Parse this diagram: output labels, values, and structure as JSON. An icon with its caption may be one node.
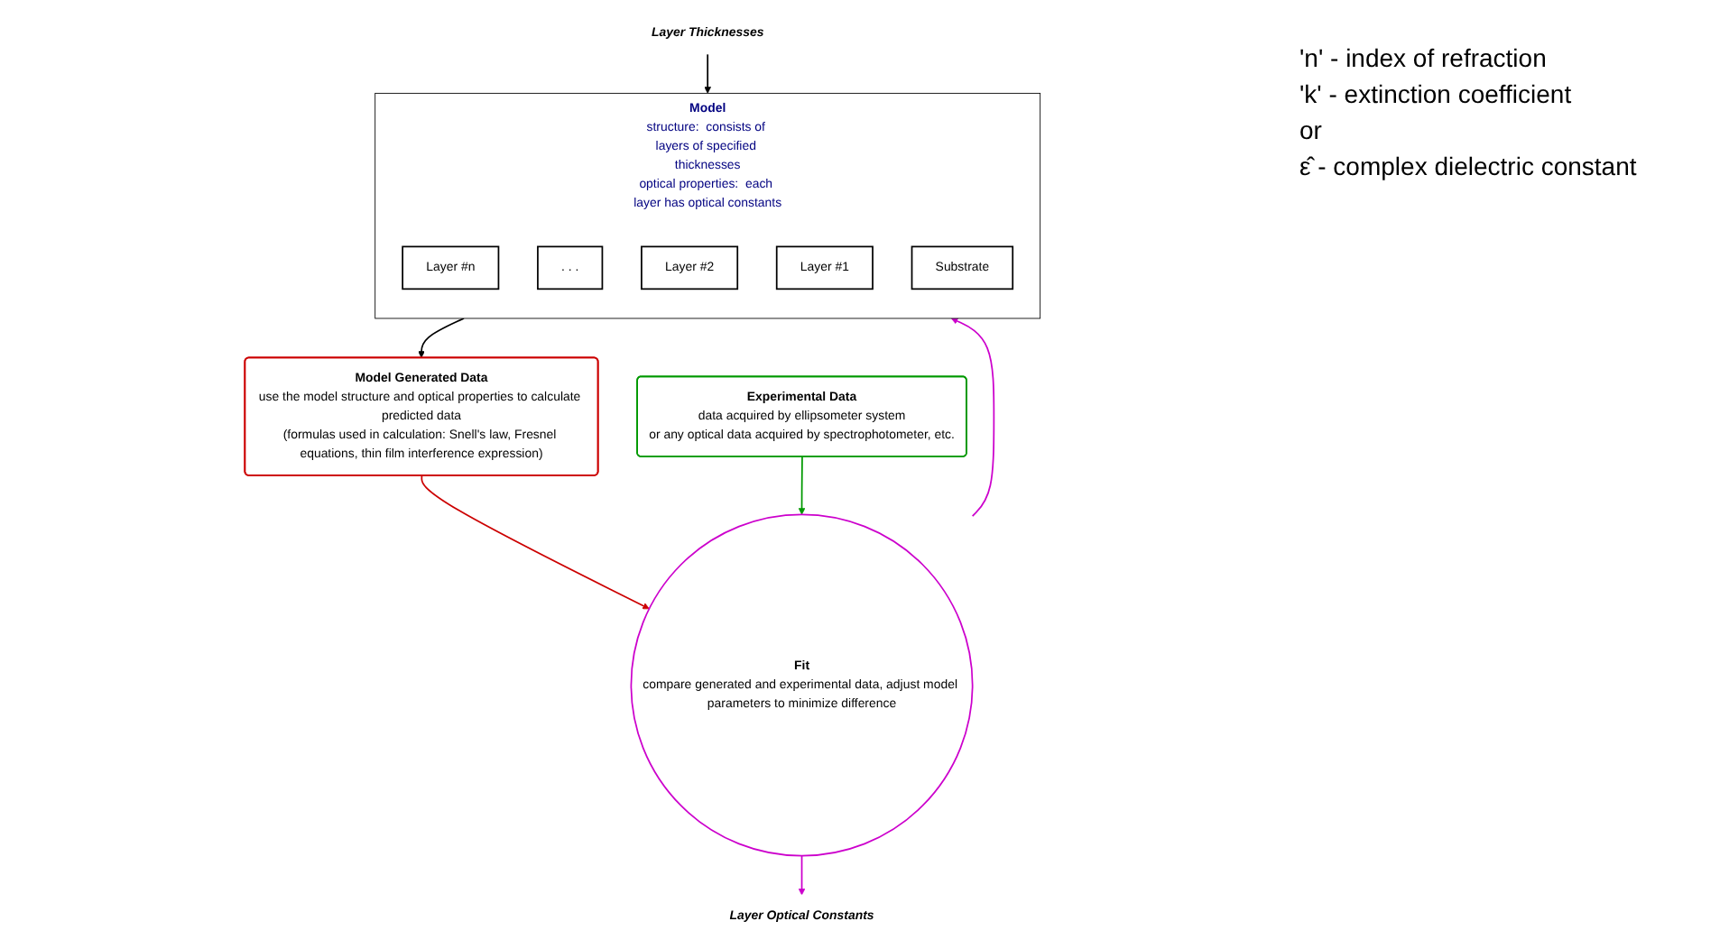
{
  "diagram": {
    "nodes": [
      {
        "text": [
          "Model",
          "structure:  consists of layers of specified thicknesses",
          "optical properties:  each layer has optical constants"
        ]
      },
      {
        "text": [
          "Layer #n"
        ],
        "in": 0
      },
      {
        "text": [
          ". . ."
        ],
        "in": 0
      },
      {
        "text": [
          "Layer #2"
        ],
        "in": 0
      },
      {
        "text": [
          "Layer #1"
        ],
        "in": 0
      },
      {
        "text": [
          "Substrate"
        ],
        "in": 0
      },
      {
        "text": [
          "Layer Thicknesses"
        ]
      },
      {
        "text": [
          "Layer Optical Constants"
        ]
      },
      {
        "text": [
          "Model Generated Data",
          "use the model structure and optical properties to calculate predicted data",
          "(formulas used in calculation: Snell's law, Fresnel equations, thin film interference expression)"
        ]
      },
      {
        "text": [
          "Fit",
          "compare generated and experimental data, adjust model parameters to minimize difference"
        ]
      },
      {
        "text": [
          "Experimental Data",
          "data acquired by ellipsometer system",
          "or any optical data acquired by spectrophotometer, etc."
        ]
      }
    ],
    "edges": [
      {
        "from": 0,
        "to": 8,
        "arrow": "to",
        "color": "#000000"
      },
      {
        "from": 6,
        "to": 0,
        "arrow": "to",
        "color": "#000000"
      },
      {
        "from": 8,
        "to": 9,
        "arrow": "to",
        "color": "#cc0000"
      },
      {
        "from": 10,
        "to": 9,
        "arrow": "to",
        "color": "#009900"
      },
      {
        "from": 9,
        "to": 0,
        "arrow": "to",
        "color": "#cc00cc"
      },
      {
        "from": 9,
        "to": 7,
        "arrow": "to",
        "color": "#cc00cc"
      }
    ],
    "labels": [
      "'n' - index of refraction",
      "'k' - extinction coefficient",
      "or",
      "ε̂  - complex dielectric constant"
    ]
  }
}
